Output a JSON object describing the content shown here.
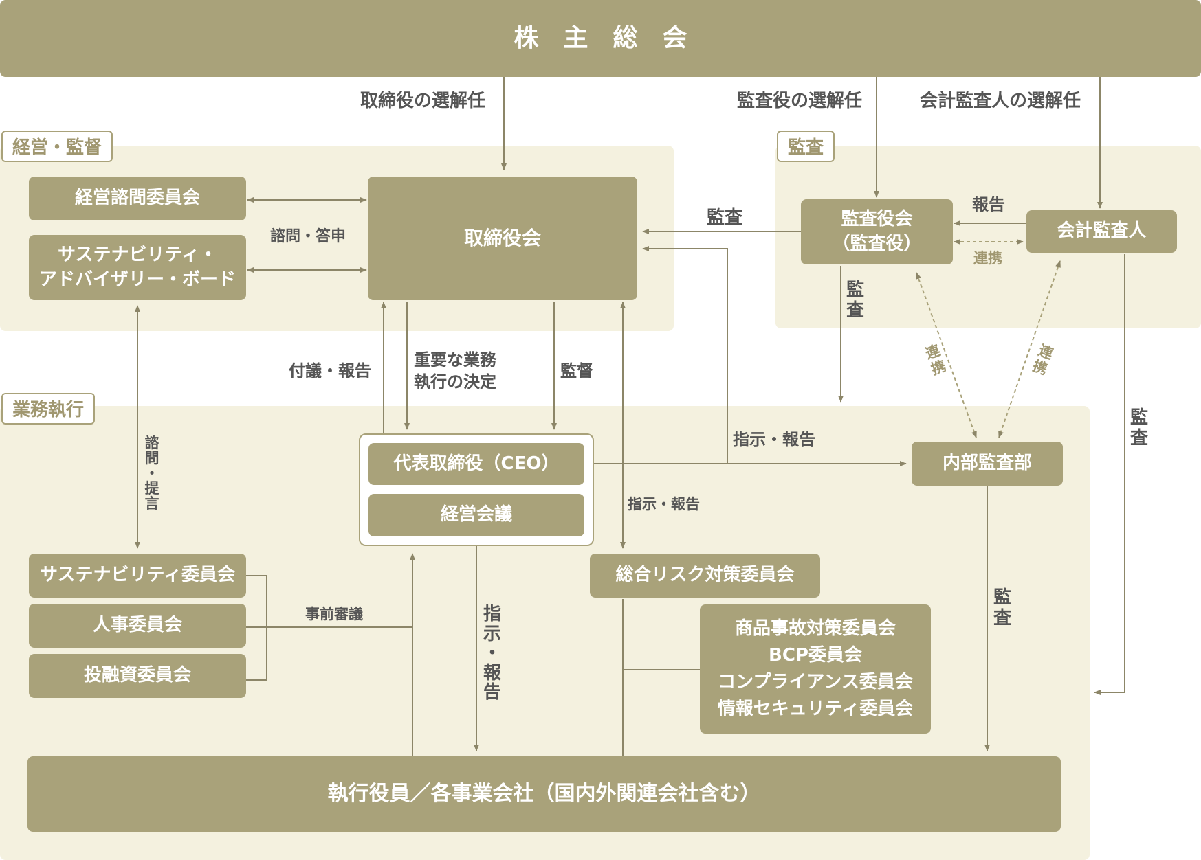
{
  "shareholders": "株　主　総　会",
  "top_labels": {
    "directors_election": "取締役の選解任",
    "auditors_election": "監査役の選解任",
    "accounting_auditor_election": "会計監査人の選解任"
  },
  "zones": {
    "management": "経営・監督",
    "audit": "監査",
    "execution": "業務執行"
  },
  "boxes": {
    "advisory_committee": "経営諮問委員会",
    "sustainability_board_line1": "サステナビリティ・",
    "sustainability_board_line2": "アドバイザリー・ボード",
    "board": "取締役会",
    "audit_board_line1": "監査役会",
    "audit_board_line2": "（監査役）",
    "accounting_auditor": "会計監査人",
    "ceo": "代表取締役（CEO）",
    "management_meeting": "経営会議",
    "internal_audit": "内部監査部",
    "sustainability_committee": "サステナビリティ委員会",
    "hr_committee": "人事委員会",
    "investment_committee": "投融資委員会",
    "risk_committee": "総合リスク対策委員会",
    "sub_committees": [
      "商品事故対策委員会",
      "BCP委員会",
      "コンプライアンス委員会",
      "情報セキュリティ委員会"
    ],
    "executives": "執行役員／各事業会社（国内外関連会社含む）"
  },
  "labels": {
    "consult_answer": "諮問・答申",
    "audit_board_to_board": "監査",
    "report": "報告",
    "cooperation": "連携",
    "audit_down": [
      "監",
      "査"
    ],
    "cooperation_diag_left": [
      "連",
      "携"
    ],
    "cooperation_diag_right": [
      "連",
      "携"
    ],
    "submit_report": "付議・報告",
    "important_decision_line1": "重要な業務",
    "important_decision_line2": "執行の決定",
    "supervise": "監督",
    "instruct_report_ceo_internal": "指示・報告",
    "instruct_report_risk": "指示・報告",
    "consult_propose": [
      "諮",
      "問",
      "・",
      "提",
      "言"
    ],
    "pre_deliberation": "事前審議",
    "instruct_report_down": [
      "指",
      "示",
      "・",
      "報",
      "告"
    ],
    "audit_internal_down": [
      "監",
      "査"
    ],
    "audit_accounting_down": [
      "監",
      "査"
    ]
  }
}
